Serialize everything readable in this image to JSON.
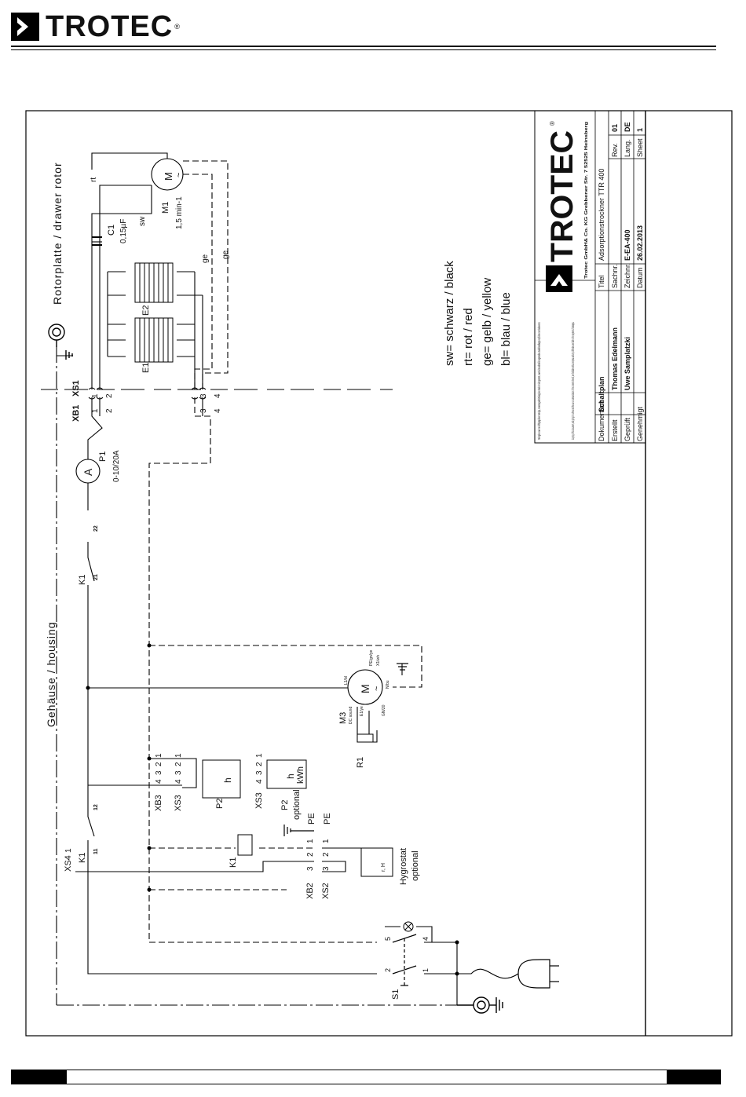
{
  "brand": {
    "name": "TROTEC",
    "registered": "®"
  },
  "frame_labels": {
    "rotor": "Rotorplatte / drawer rotor",
    "housing": "Gehäuse / housing"
  },
  "legend": {
    "lines": [
      "sw= schwarz / black",
      "rt= rot / red",
      "ge= gelb / yellow",
      "bl= blau / blue"
    ]
  },
  "components": {
    "m1": {
      "id": "M1",
      "speed": "1,5 min-1",
      "symbol": "M",
      "tilde": "~"
    },
    "c1": {
      "id": "C1",
      "value": "0,15µF"
    },
    "e1": "E1",
    "e2": "E2",
    "xb1": "XB1",
    "xs1": "XS1",
    "p1": {
      "id": "P1",
      "range": "0-10/20A",
      "symbol": "A"
    },
    "k1_top": {
      "id": "K1",
      "c1": "21",
      "c2": "22"
    },
    "k1_mid": {
      "id": "K1",
      "c1": "11",
      "c2": "12"
    },
    "k1_coil": "K1",
    "m3": {
      "id": "M3",
      "sub": "DC sound",
      "symbol": "M",
      "tilde": "~",
      "t1": "L1/bl",
      "t2": "PE/gn/ye",
      "t3": "X1/wh",
      "t4": "N/bu",
      "t5": "E1/ye",
      "t6": "GN/20"
    },
    "r1": "R1",
    "xb3": "XB3",
    "xs3": "XS3",
    "xs3b": "XS3",
    "p2": {
      "id": "P2",
      "symbol": "h"
    },
    "p2b": {
      "id": "P2",
      "note": "optional",
      "symbol": "h",
      "unit": "kWh"
    },
    "xs4": "XS4",
    "xb2": "XB2",
    "xs2": "XS2",
    "hygro": {
      "title": "Hygrostat",
      "note": "optional",
      "sym": "r, H"
    },
    "pe1": "PE",
    "pe2": "PE",
    "s1": "S1",
    "wire_colors": {
      "sw": "sw",
      "rt": "rt",
      "ge1": "ge",
      "ge2": "ge"
    }
  },
  "pins": {
    "xb1_1": "1",
    "xb1_2": "2",
    "xs1_1": "1",
    "xs1_2": "2",
    "xs1_3": "3",
    "xs1_4": "4",
    "xb1_3": "3",
    "xb1_4": "4",
    "xb3": [
      "4",
      "3",
      "2",
      "1"
    ],
    "xs3b": [
      "4",
      "3",
      "2",
      "1"
    ],
    "xs4": "1",
    "k1_11": "11",
    "k1_12": "12",
    "pe_a": "1",
    "pe_b": "1",
    "hy_a": "2",
    "hy_b": "2",
    "hy_c": "3",
    "hy_d": "3",
    "s1_a": "5",
    "s1_b": "4",
    "s1_c": "2",
    "s1_d": "1"
  },
  "title_block": {
    "note_de": "Weitergabe sowie Vervielfältigung dieser Unterlage, Verwertung und Mitteilung ihres Inhalts ist nicht gestattet, soweit nicht ausdrücklich zugestanden. Zuwiderhandlungen verpflichten zu Schadenersatz.",
    "note_en": "Copying of this Document, and giving it to others and the use or communication of the contents thereof, are forbidden without express authority. Offenders are liable to the payment of damages.",
    "company": "Trotec GmbH& Co. KG Grebbener Str. 7 52525 Heinsberg",
    "logo": "TROTEC",
    "labels": {
      "doc": "Dokumentart",
      "created": "Erstellt",
      "checked": "Geprüft",
      "approved": "Genehmigt",
      "title": "Titel",
      "sachnr": "Sachnr.",
      "zeichnr": "Zeichnr.",
      "datum": "Datum",
      "rev": "Rev.",
      "lang": "Lang.",
      "sheet": "Sheet"
    },
    "values": {
      "doc": "Schaltplan",
      "created": "Thomas Edelmann",
      "checked": "Uwe Samplatzki",
      "approved": "",
      "title": "Adsorptionstrockner TTR 400",
      "sachnr": "",
      "zeichnr": "E-EA-400",
      "datum": "26.02.2013",
      "rev": "01",
      "lang": "DE",
      "sheet": "1"
    }
  }
}
